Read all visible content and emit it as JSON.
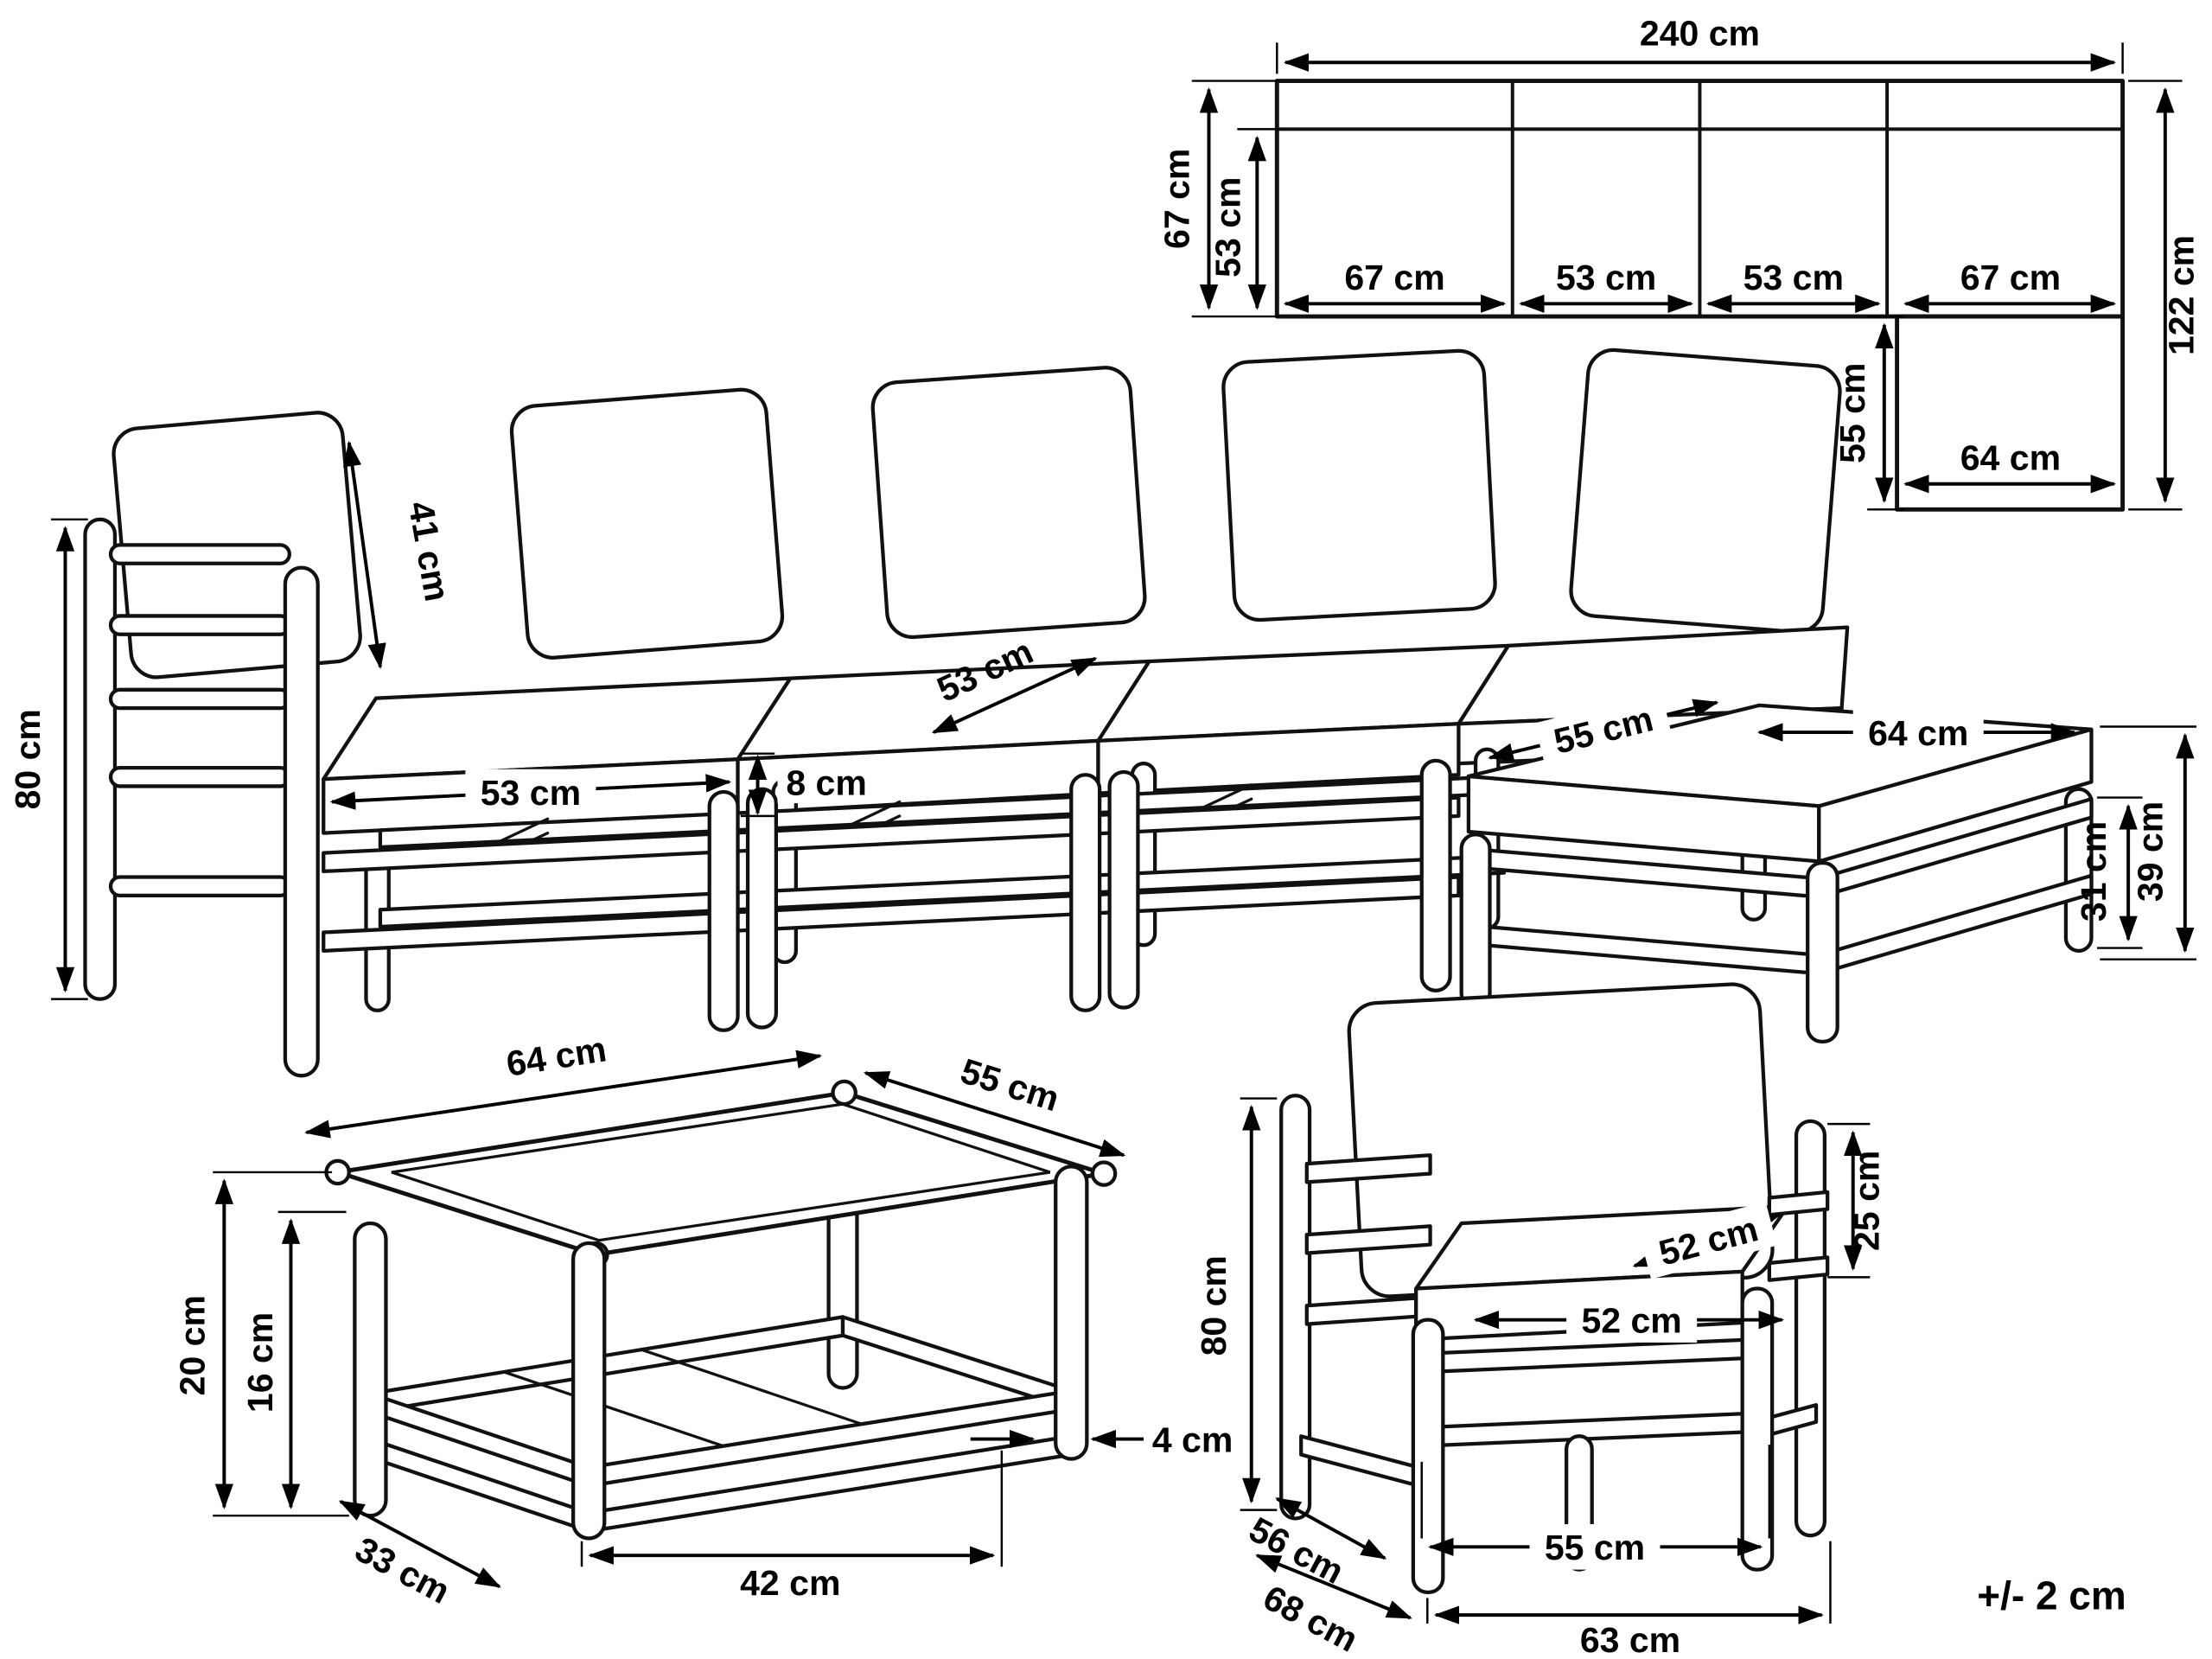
{
  "note": "+/- 2 cm",
  "colors": {
    "line": "#111111",
    "background": "#ffffff"
  },
  "top_view": {
    "total_width": "240 cm",
    "depth_total": "67 cm",
    "depth_seat": "53 cm",
    "segments": [
      "67 cm",
      "53 cm",
      "53 cm",
      "67 cm"
    ],
    "corner_extension_depth": "55 cm",
    "corner_extension_width": "64 cm",
    "right_side_total_depth": "122 cm"
  },
  "sofa": {
    "total_height": "80 cm",
    "back_cushion_height": "41 cm",
    "seat_width": "53 cm",
    "seat_cushion_thickness": "8 cm",
    "seat_depth": "53 cm",
    "ottoman_depth": "55 cm",
    "ottoman_width": "64 cm",
    "ottoman_frame_height": "31 cm",
    "ottoman_total_height": "39 cm"
  },
  "table": {
    "top_width": "64 cm",
    "top_depth": "55 cm",
    "total_height": "20 cm",
    "leg_height": "16 cm",
    "shelf_depth": "33 cm",
    "shelf_width": "42 cm",
    "pole_diameter": "4 cm"
  },
  "chair": {
    "total_height": "80 cm",
    "backrest_above_armrest": "25 cm",
    "seat_depth": "52 cm",
    "seat_width": "52 cm",
    "base_depth": "56 cm",
    "total_depth": "68 cm",
    "base_width": "55 cm",
    "total_width": "63 cm"
  }
}
